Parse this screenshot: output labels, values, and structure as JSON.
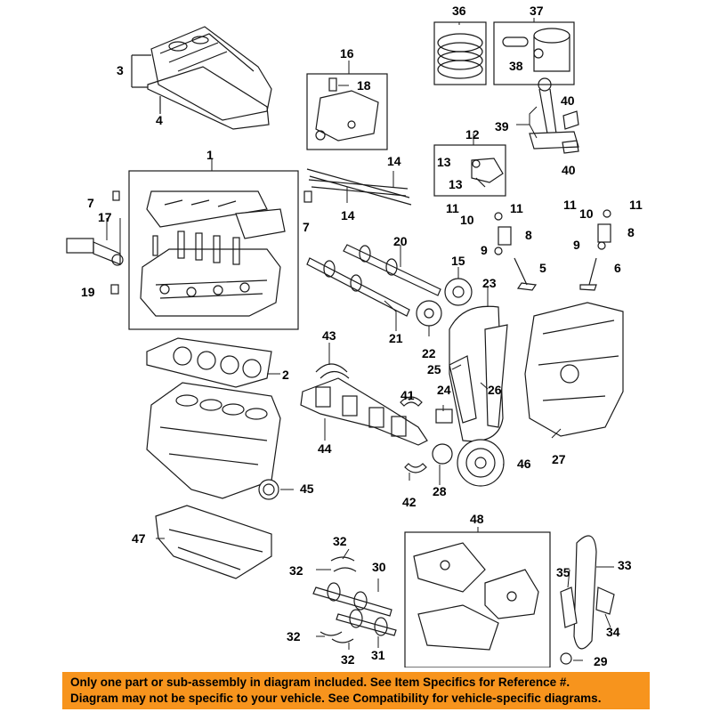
{
  "callouts": {
    "n1": "1",
    "n2": "2",
    "n3": "3",
    "n4": "4",
    "n5": "5",
    "n6": "6",
    "n7a": "7",
    "n7b": "7",
    "n8a": "8",
    "n8b": "8",
    "n9a": "9",
    "n9b": "9",
    "n10a": "10",
    "n10b": "10",
    "n11a": "11",
    "n11b": "11",
    "n11c": "11",
    "n11d": "11",
    "n12": "12",
    "n13a": "13",
    "n13b": "13",
    "n14a": "14",
    "n14b": "14",
    "n15": "15",
    "n16": "16",
    "n17": "17",
    "n18": "18",
    "n19": "19",
    "n20": "20",
    "n21": "21",
    "n22": "22",
    "n23": "23",
    "n24": "24",
    "n25": "25",
    "n26": "26",
    "n27": "27",
    "n28": "28",
    "n29": "29",
    "n30": "30",
    "n31": "31",
    "n32a": "32",
    "n32b": "32",
    "n32c": "32",
    "n32d": "32",
    "n33": "33",
    "n34": "34",
    "n35": "35",
    "n36": "36",
    "n37": "37",
    "n38": "38",
    "n39": "39",
    "n40a": "40",
    "n40b": "40",
    "n41": "41",
    "n42": "42",
    "n43": "43",
    "n44": "44",
    "n45": "45",
    "n46": "46",
    "n47": "47",
    "n48": "48"
  },
  "notice": {
    "line1": "Only one part or sub-assembly in diagram included. See Item Specifics for Reference #.",
    "line2": "Diagram may not be specific to your vehicle. See Compatibility for vehicle-specific diagrams.",
    "color": "#f7941d"
  },
  "colors": {
    "ink": "#1a1a1a",
    "fill": "#ffffff",
    "shade": "#cfcfcf"
  }
}
